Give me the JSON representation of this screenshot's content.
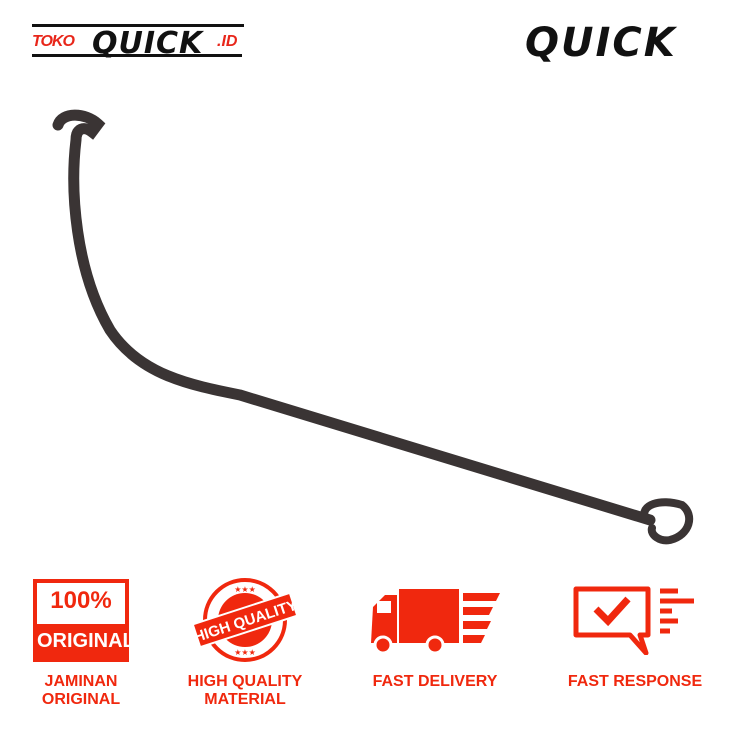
{
  "brand": {
    "left_logo": {
      "prefix": "TOKO",
      "name": "QUICK",
      "suffix": ".ID"
    },
    "right_logo": "QUICK"
  },
  "colors": {
    "accent": "#f0280e",
    "dark": "#111111",
    "product": "#3a3434"
  },
  "features": [
    {
      "icon": "original-badge-icon",
      "badge_top": "100%",
      "badge_bottom": "ORIGINAL",
      "line1": "JAMINAN",
      "line2": "ORIGINAL"
    },
    {
      "icon": "high-quality-stamp-icon",
      "badge_text": "HIGH QUALITY",
      "line1": "HIGH QUALITY",
      "line2": "MATERIAL"
    },
    {
      "icon": "delivery-truck-icon",
      "line1": "FAST DELIVERY",
      "line2": ""
    },
    {
      "icon": "chat-check-icon",
      "line1": "FAST RESPONSE",
      "line2": ""
    }
  ]
}
